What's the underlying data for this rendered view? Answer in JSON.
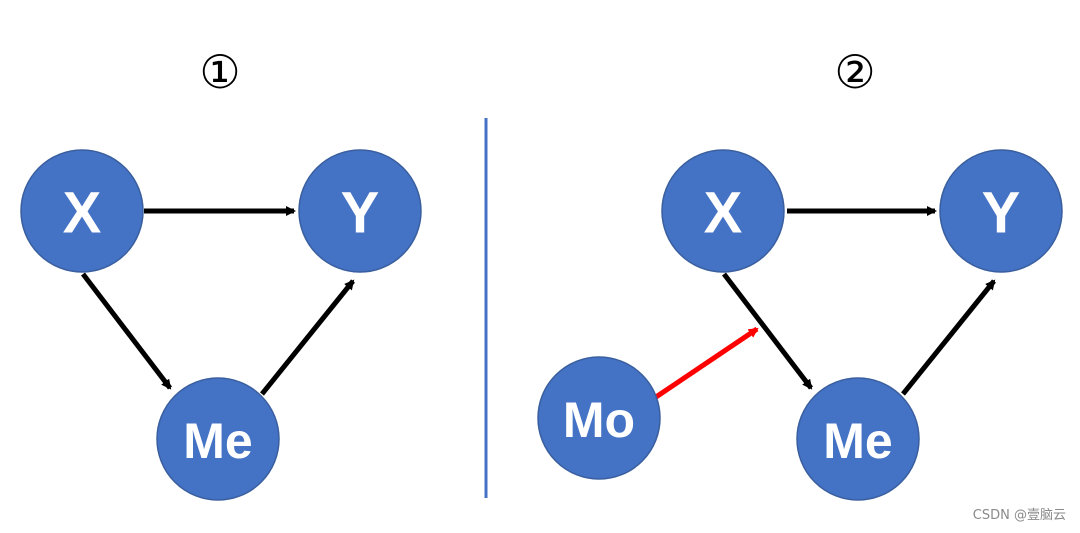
{
  "colors": {
    "node_fill": "#4472c4",
    "edge_default": "#000000",
    "edge_highlight": "#ff0000",
    "divider": "#4472c4"
  },
  "panels": [
    {
      "title": "①",
      "nodes": [
        {
          "id": "X",
          "label": "X"
        },
        {
          "id": "Y",
          "label": "Y"
        },
        {
          "id": "Me",
          "label": "Me"
        }
      ],
      "edges": [
        {
          "from": "X",
          "to": "Y",
          "color": "black"
        },
        {
          "from": "X",
          "to": "Me",
          "color": "black"
        },
        {
          "from": "Me",
          "to": "Y",
          "color": "black"
        }
      ]
    },
    {
      "title": "②",
      "nodes": [
        {
          "id": "X",
          "label": "X"
        },
        {
          "id": "Y",
          "label": "Y"
        },
        {
          "id": "Me",
          "label": "Me"
        },
        {
          "id": "Mo",
          "label": "Mo"
        }
      ],
      "edges": [
        {
          "from": "X",
          "to": "Y",
          "color": "black"
        },
        {
          "from": "X",
          "to": "Me",
          "color": "black"
        },
        {
          "from": "Me",
          "to": "Y",
          "color": "black"
        },
        {
          "from": "Mo",
          "to": "X->Me",
          "color": "red"
        }
      ]
    }
  ],
  "watermark": "CSDN @壹脑云"
}
